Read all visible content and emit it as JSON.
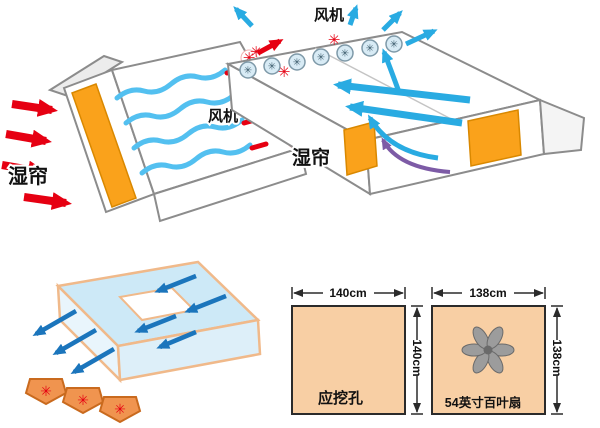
{
  "top_left_house": {
    "wet_curtain_label": "湿帘",
    "fan_label": "风机"
  },
  "top_right_house": {
    "wet_curtain_label": "湿帘",
    "fan_label": "风机"
  },
  "cutout_panel": {
    "width": "140cm",
    "height": "140cm",
    "label": "应挖孔"
  },
  "fan_panel": {
    "width": "138cm",
    "height": "138cm",
    "label": "54英寸百叶扇"
  },
  "icons": {
    "fan_asterisk": "✳"
  },
  "colors": {
    "wet_pad_orange": "#FAA21B",
    "hot_air_red": "#E60012",
    "cool_air_cyan": "#29ABE2",
    "flow_dark_blue": "#1B75BC",
    "return_purple": "#7D5BA6",
    "panel_peach": "#F8CFA4",
    "slab_blue": "#CDE9F7",
    "outline_gray": "#8C8C8C"
  }
}
